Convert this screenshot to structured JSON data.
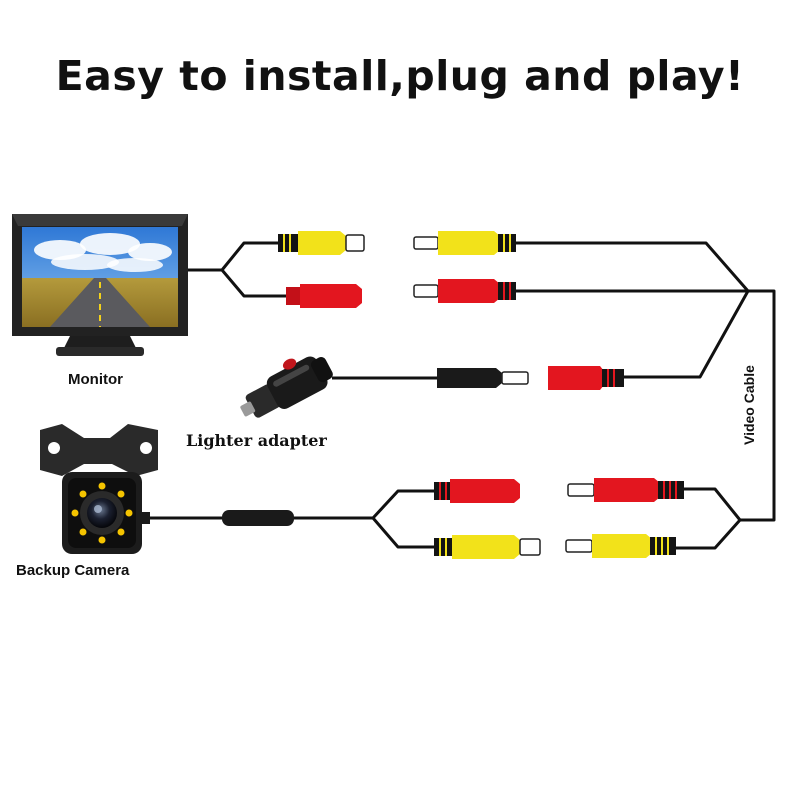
{
  "headline": "Easy to install,plug and play!",
  "labels": {
    "monitor": "Monitor",
    "lighter_adapter": "Lighter adapter",
    "backup_camera": "Backup Camera",
    "video_cable": "Video Cable"
  },
  "colors": {
    "yellow_connector": "#f2e21a",
    "red_connector": "#e3161f",
    "black_connector": "#1a1a1a",
    "cable": "#111111"
  }
}
